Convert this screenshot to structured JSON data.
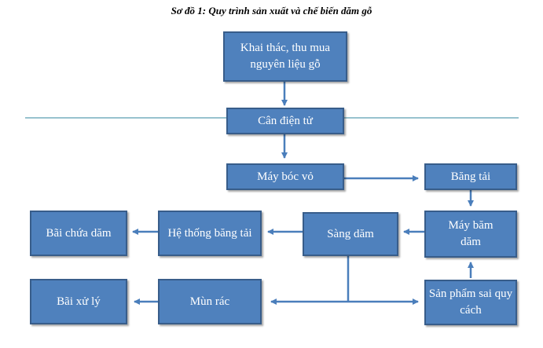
{
  "title": "Sơ đồ 1: Quy trình sản xuất và chế biến dăm gỗ",
  "colors": {
    "box_fill": "#4f81bd",
    "box_border": "#385d8a",
    "arrow": "#4a7ebb",
    "divider": "#31859c"
  },
  "nodes": {
    "khai_thac": "Khai thác, thu mua nguyên liệu gỗ",
    "can_dien_tu": "Cân điện tử",
    "may_boc_vo": "Máy bóc vỏ",
    "bang_tai": "Băng tải",
    "may_bam_dam": "Máy băm dăm",
    "sang_dam": "Sàng dăm",
    "he_thong_bang_tai": "Hệ thống băng tải",
    "bai_chua_dam": "Bãi chứa dăm",
    "san_pham_sai_quy_cach": "Sản phẩm sai quy cách",
    "mun_rac": "Mùn rác",
    "bai_xu_ly": "Bãi xử lý"
  }
}
